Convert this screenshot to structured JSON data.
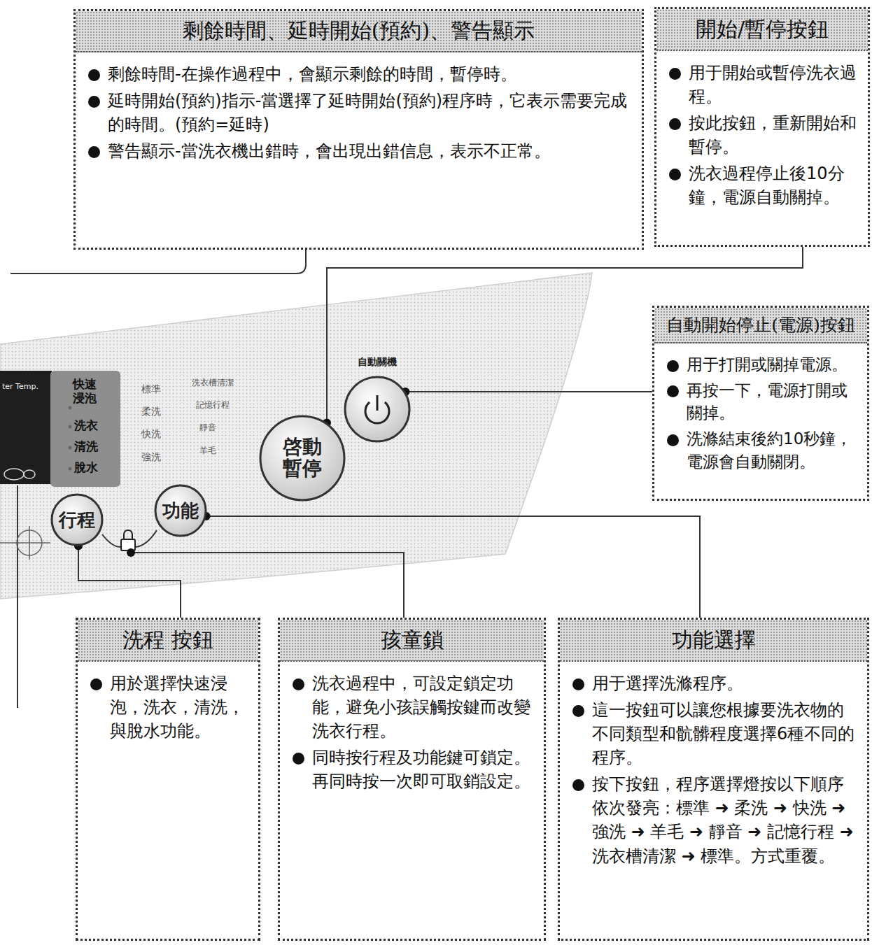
{
  "diagram": {
    "nodes": [
      {
        "text": [
          "剩餘時間、延時開始(預約)、警告顯示",
          "剩餘時間-在操作過程中，會顯示剩餘的時間，暫停時。",
          "延時開始(預約)指示-當選擇了延時開始(預約)程序時，它表示需要完成的時間。(預約=延時)",
          "警告顯示-當洗衣機出錯時，會出現出錯信息，表示不正常。"
        ]
      },
      {
        "text": [
          "開始/暫停按鈕",
          "用于開始或暫停洗衣過程。",
          "按此按鈕，重新開始和暫停。",
          "洗衣過程停止後10分鐘，電源自動關掉。"
        ]
      },
      {
        "text": [
          "自動開始停止(電源)按鈕",
          "用于打開或關掉電源。",
          "再按一下，電源打開或關掉。",
          "洗滌結束後約10秒鐘，電源會自動關閉。"
        ]
      },
      {
        "text": [
          "洗程 按鈕",
          "用於選擇快速浸泡，洗衣，清洗，與脫水功能。"
        ]
      },
      {
        "text": [
          "孩童鎖",
          "洗衣過程中，可設定鎖定功能，避免小孩誤觸按鍵而改變洗衣行程。",
          "同時按行程及功能鍵可鎖定。 再同時按一次即可取銷設定。"
        ]
      },
      {
        "text": [
          "功能選擇",
          "用于選擇洗滌程序。",
          "這一按鈕可以讓您根據要洗衣物的不同類型和骯髒程度選擇6種不同的程序。",
          "按下按鈕，程序選擇燈按以下順序依次發亮：標準 ➜ 柔洗 ➜ 快洗 ➜ 強洗 ➜ 羊毛 ➜ 靜音 ➜ 記憶行程 ➜ 洗衣槽清潔 ➜ 標準。方式重覆。"
        ]
      },
      {
        "text": [
          "啓動 暫停"
        ]
      },
      {
        "text": [
          "自動關機"
        ]
      },
      {
        "text": [
          "行程"
        ]
      },
      {
        "text": [
          "功能"
        ]
      }
    ],
    "edges": [
      {
        "from": 1,
        "to": 6,
        "arrow": "none"
      },
      {
        "from": 2,
        "to": 7,
        "arrow": "none"
      },
      {
        "from": 3,
        "to": 8,
        "arrow": "none"
      },
      {
        "from": 5,
        "to": 9,
        "arrow": "none"
      }
    ],
    "labels": [
      "ter Temp.",
      "快速 浸泡",
      "洗衣",
      "清洗",
      "脫水",
      "標準",
      "柔洗",
      "快洗",
      "強洗",
      "洗衣槽清潔",
      "記憶行程",
      "靜音",
      "羊毛"
    ]
  }
}
